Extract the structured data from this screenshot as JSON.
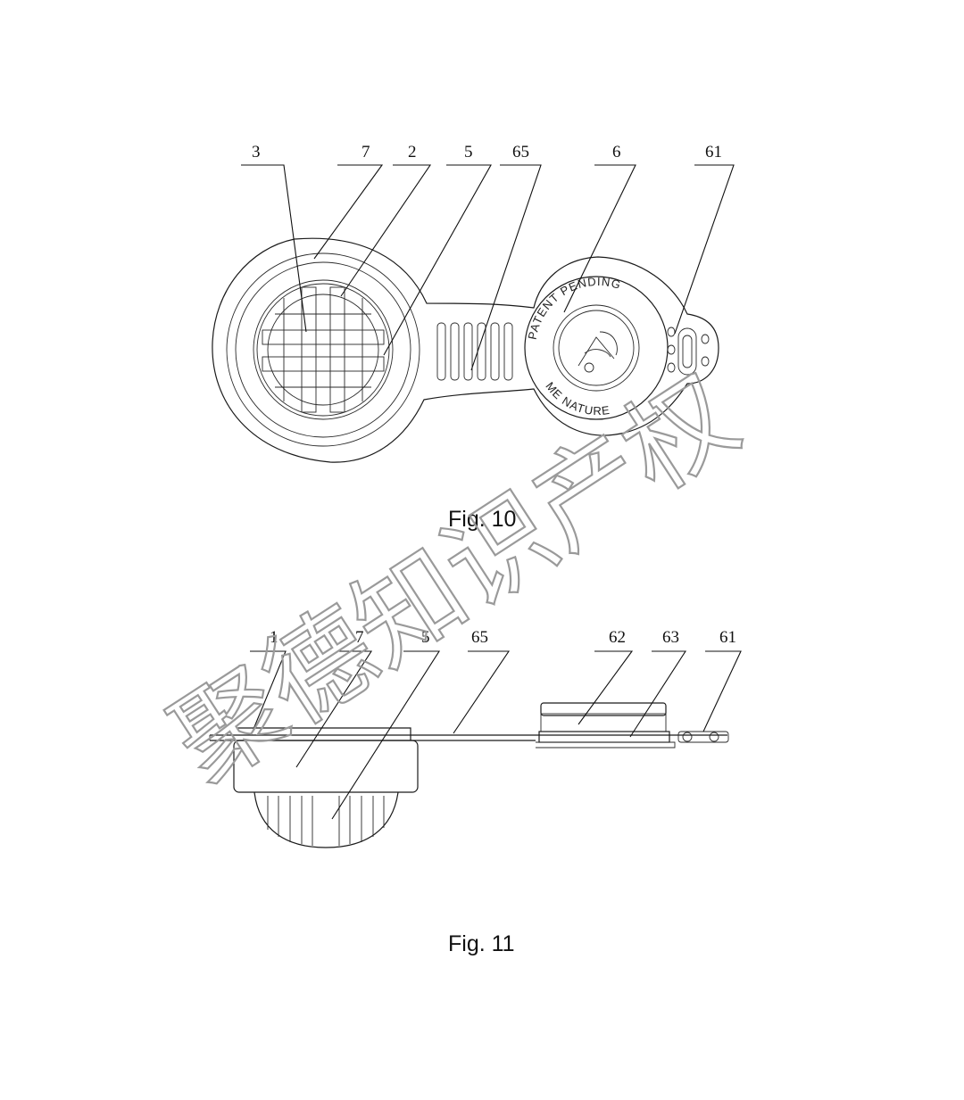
{
  "figures": [
    {
      "caption": "Fig. 10",
      "labels": [
        "3",
        "7",
        "2",
        "5",
        "65",
        "6",
        "61"
      ],
      "stamp_top": "PATENT PENDING",
      "stamp_bottom": "ME NATURE"
    },
    {
      "caption": "Fig. 11",
      "labels": [
        "1",
        "7",
        "5",
        "65",
        "62",
        "63",
        "61"
      ]
    }
  ],
  "watermark": "聚德知识产权"
}
